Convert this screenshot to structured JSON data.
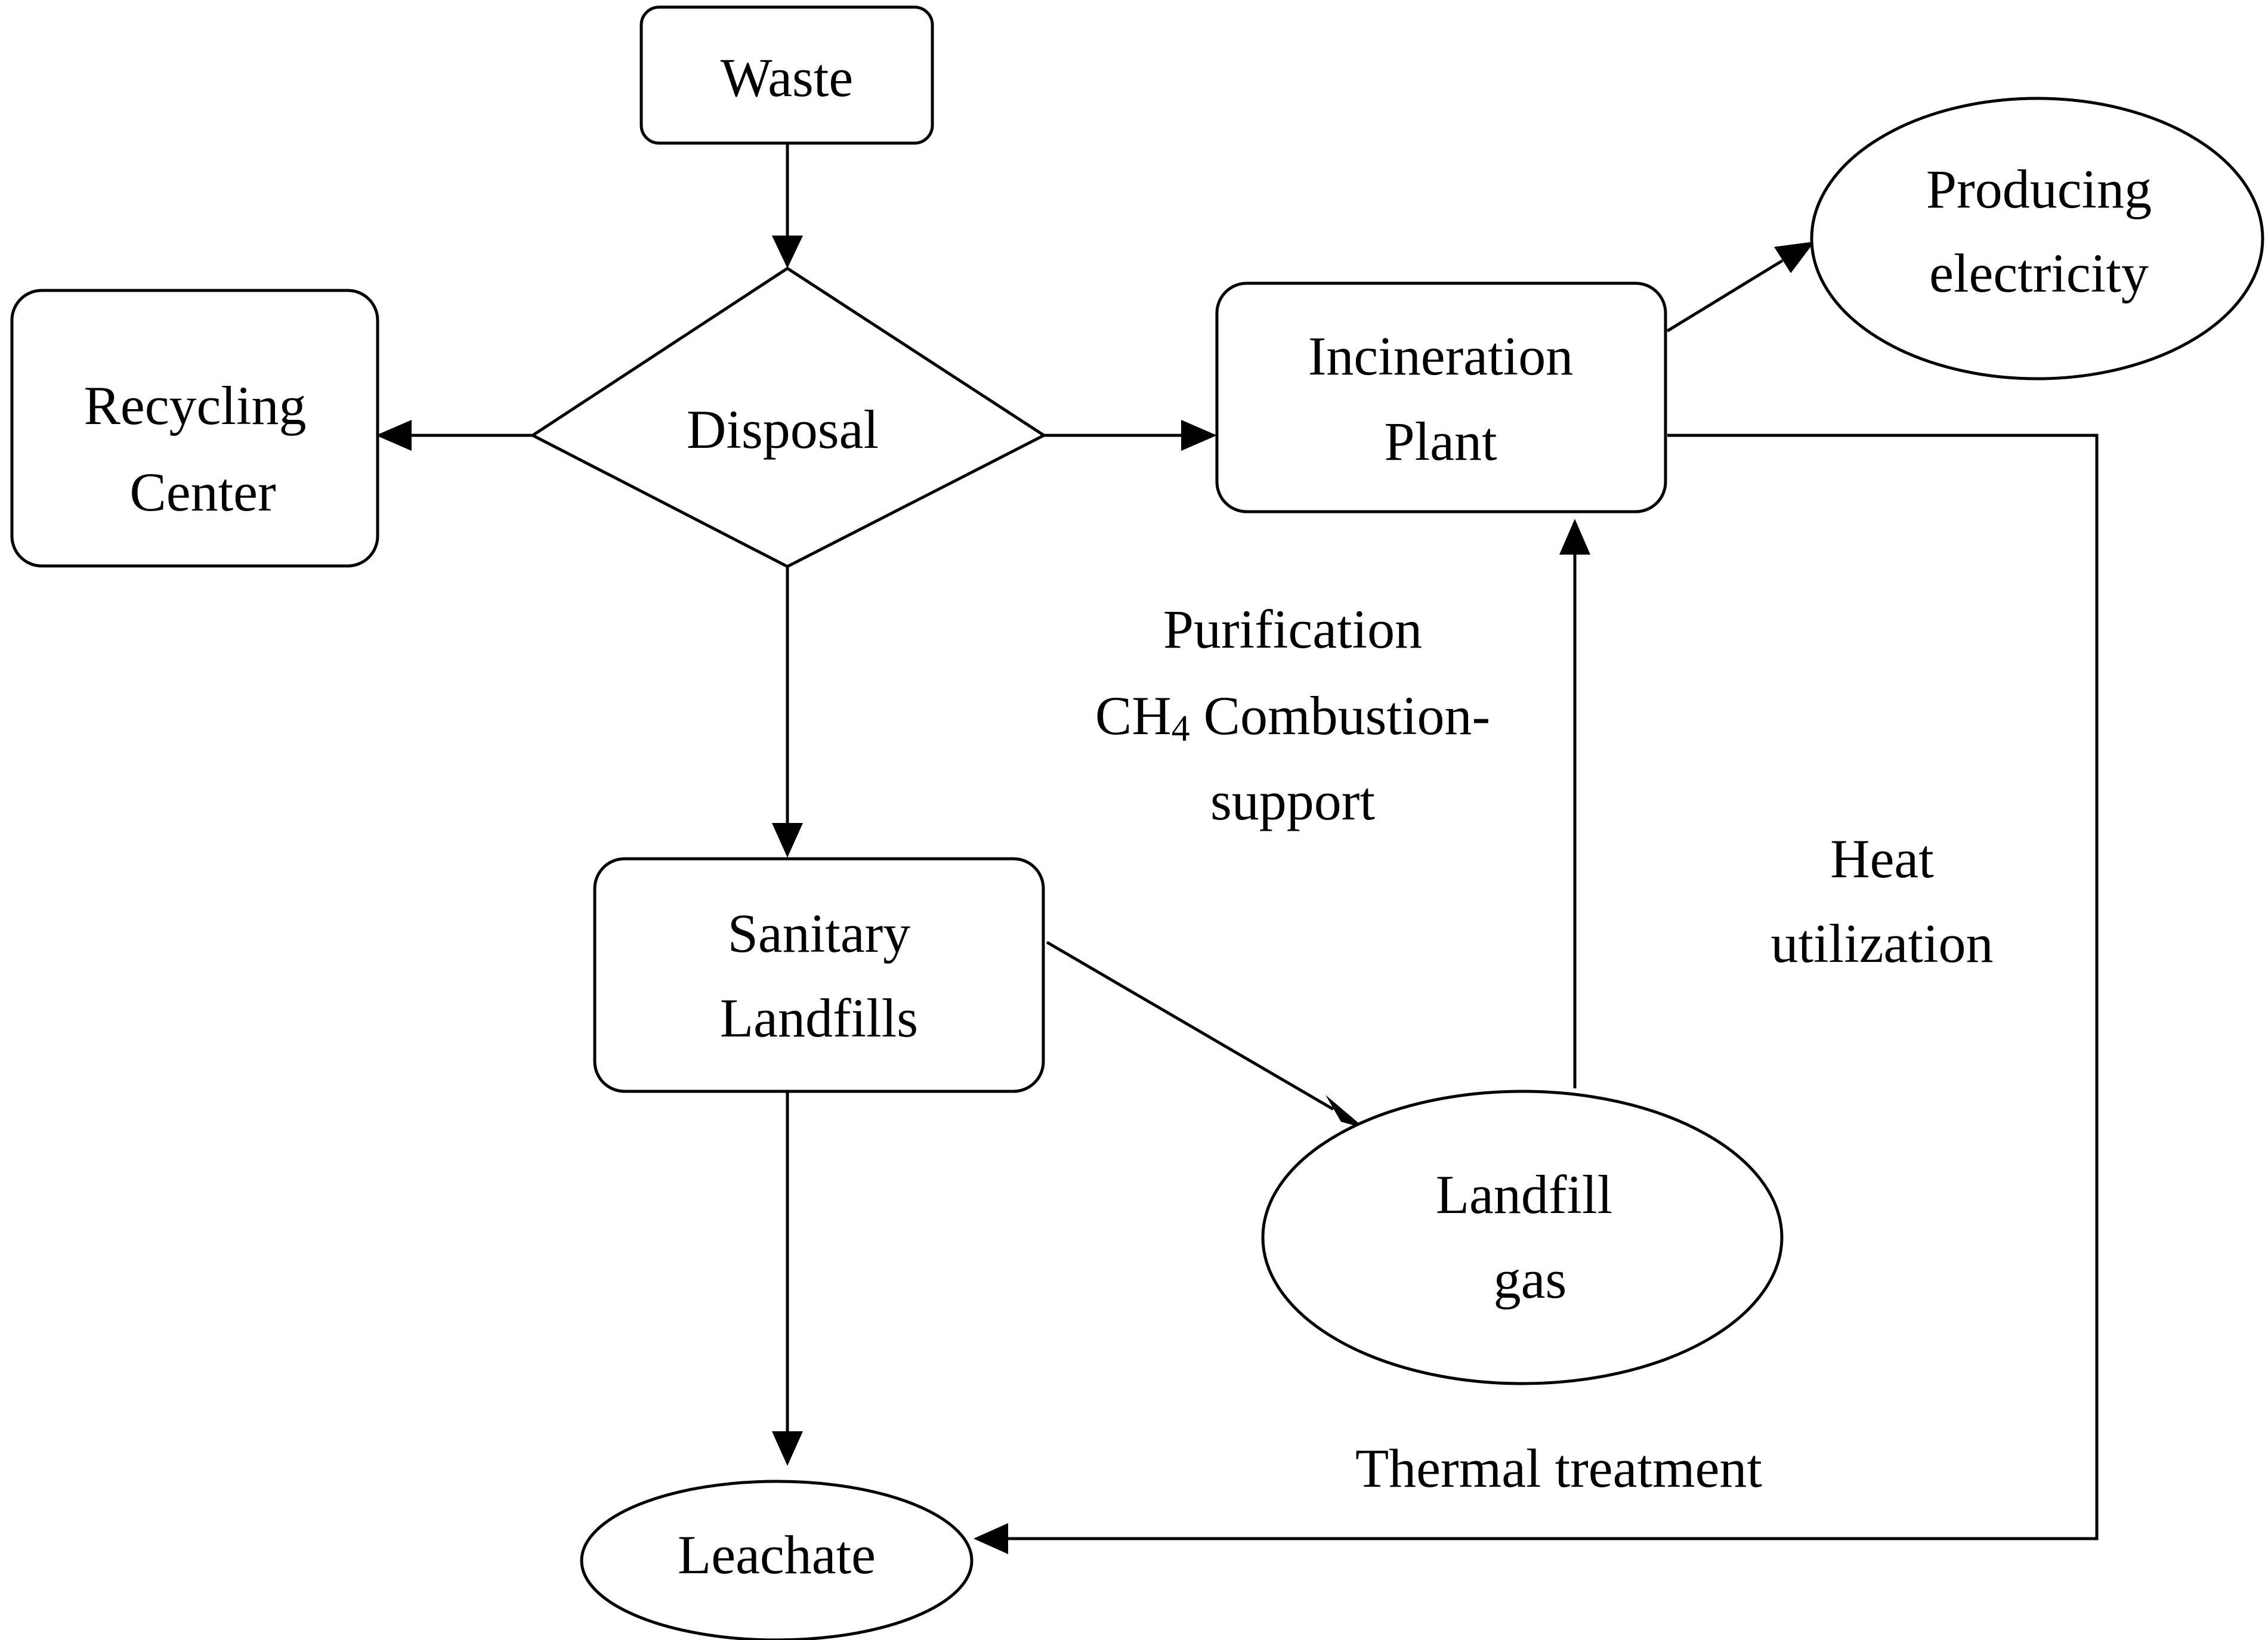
{
  "nodes": {
    "waste": {
      "label": "Waste"
    },
    "disposal": {
      "label": "Disposal"
    },
    "recycling": {
      "line1": "Recycling",
      "line2": "Center"
    },
    "incineration": {
      "line1": "Incineration",
      "line2": "Plant"
    },
    "electricity": {
      "line1": "Producing",
      "line2": "electricity"
    },
    "sanitary": {
      "line1": "Sanitary",
      "line2": "Landfills"
    },
    "landfill_gas": {
      "line1": "Landfill",
      "line2": "gas"
    },
    "leachate": {
      "label": "Leachate"
    }
  },
  "edge_labels": {
    "purification": {
      "line1": "Purification",
      "ch": "CH",
      "sub": "4",
      "line2_rest": " Combustion-",
      "line3": "support"
    },
    "heat": {
      "line1": "Heat",
      "line2": "utilization"
    },
    "thermal": {
      "label": "Thermal treatment"
    }
  },
  "colors": {
    "stroke": "#000000",
    "background": "#ffffff"
  }
}
